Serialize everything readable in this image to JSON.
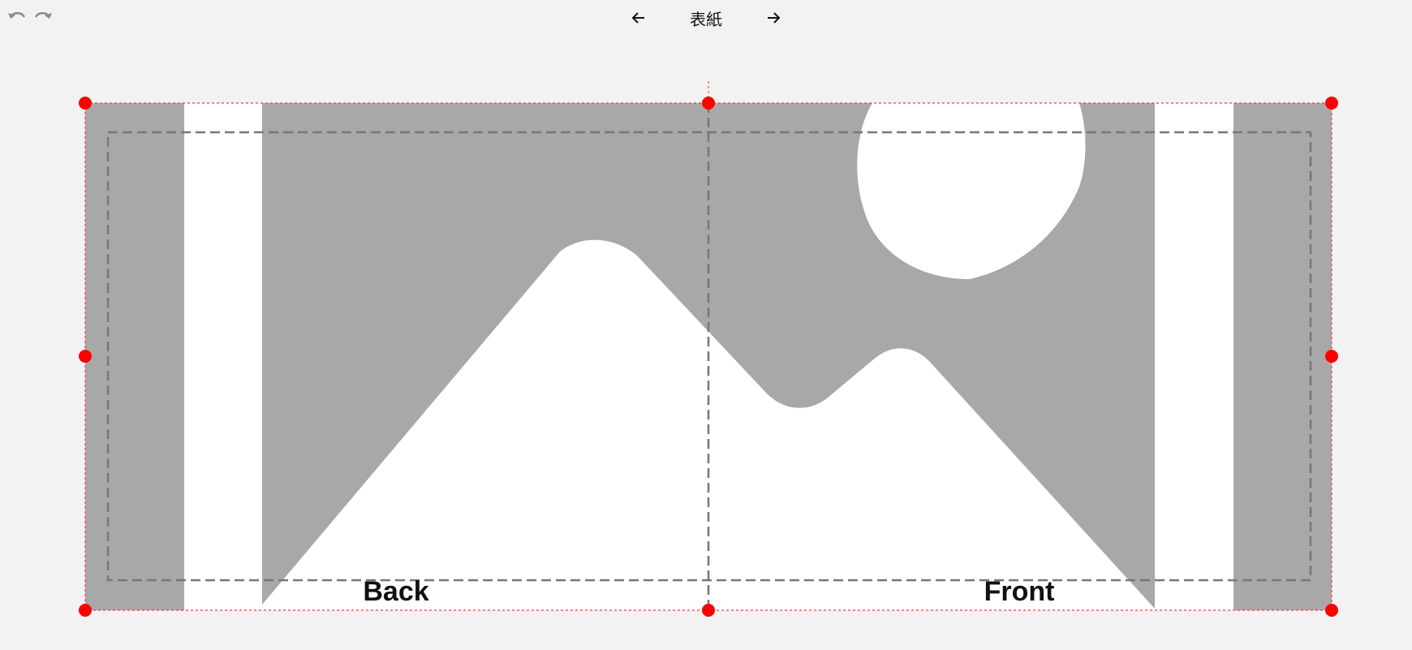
{
  "toolbar": {
    "undo_icon": "undo-icon",
    "redo_icon": "redo-icon"
  },
  "navigation": {
    "title": "表紙",
    "prev_icon": "arrow-left-icon",
    "next_icon": "arrow-right-icon"
  },
  "cover": {
    "back_label": "Back",
    "front_label": "Front",
    "placeholder_icon": "image-placeholder-icon"
  },
  "colors": {
    "background": "#f2f2f2",
    "placeholder_gray": "#a8a8a8",
    "handle": "#ff0000",
    "guide": "#777777"
  }
}
